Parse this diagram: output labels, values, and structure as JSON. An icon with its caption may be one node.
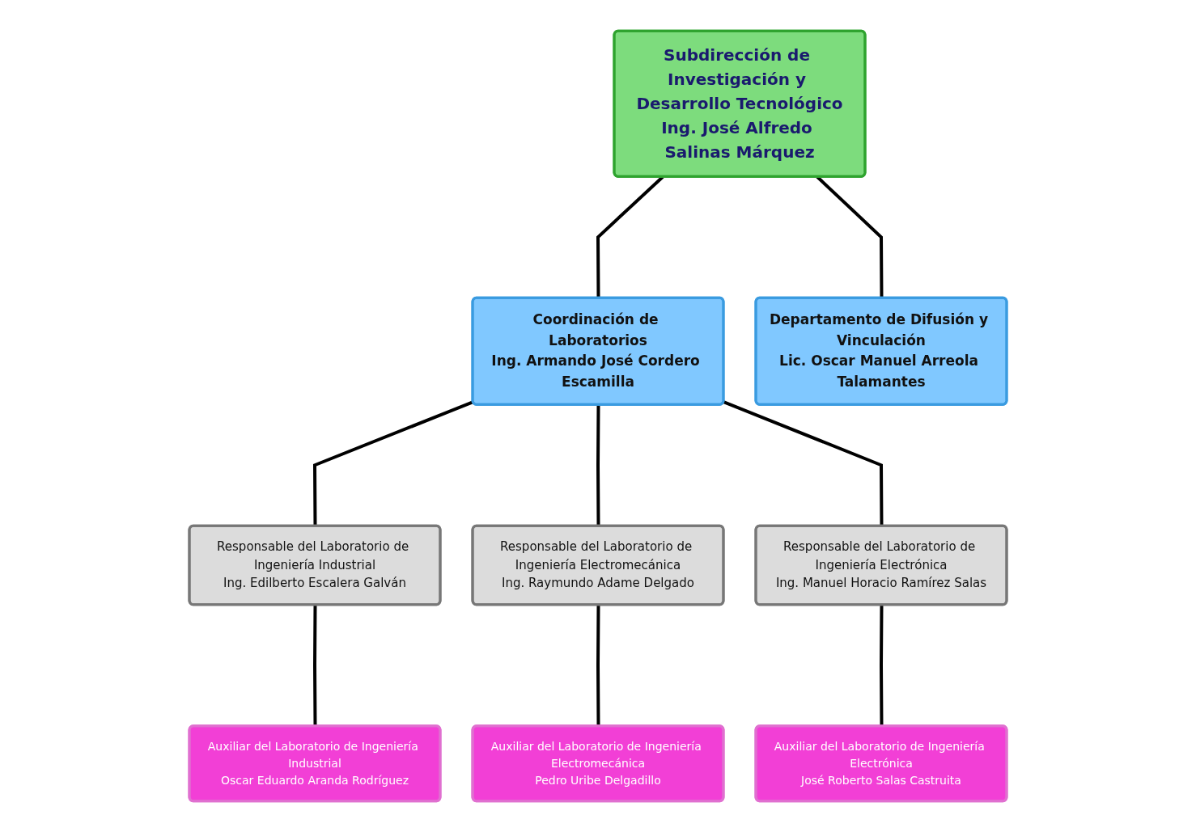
{
  "diagram": {
    "nodes": [
      {
        "text": [
          "Subdirección de Investigación y Desarrollo Tecnológico",
          "Ing. José Alfredo Salinas Márquez"
        ]
      },
      {
        "text": [
          "Coordinación de Laboratorios",
          "Ing. Armando José Cordero Escamilla"
        ]
      },
      {
        "text": [
          "Departamento de Difusión y Vinculación",
          "Lic. Oscar Manuel Arreola Talamantes"
        ]
      },
      {
        "text": [
          "Responsable del Laboratorio de Ingeniería Industrial",
          "Ing. Edilberto Escalera Galván"
        ]
      },
      {
        "text": [
          "Responsable del Laboratorio de Ingeniería Electromecánica",
          "Ing. Raymundo Adame Delgado"
        ]
      },
      {
        "text": [
          "Responsable del Laboratorio de Ingeniería Electrónica",
          "Ing. Manuel Horacio Ramírez Salas"
        ]
      },
      {
        "text": [
          "Auxiliar del Laboratorio de Ingeniería Industrial",
          "Oscar Eduardo Aranda Rodríguez"
        ]
      },
      {
        "text": [
          "Auxiliar del Laboratorio de Ingeniería Electromecánica",
          "Pedro Uribe Delgadillo"
        ]
      },
      {
        "text": [
          "Auxiliar del Laboratorio de Ingeniería Electrónica",
          "José Roberto Salas Castruita"
        ]
      }
    ],
    "edges": [
      {
        "from": 0,
        "to": 1,
        "arrow": "none"
      },
      {
        "from": 0,
        "to": 2,
        "arrow": "none"
      },
      {
        "from": 1,
        "to": 3,
        "arrow": "none"
      },
      {
        "from": 1,
        "to": 4,
        "arrow": "none"
      },
      {
        "from": 1,
        "to": 5,
        "arrow": "none"
      },
      {
        "from": 3,
        "to": 6,
        "arrow": "none"
      },
      {
        "from": 4,
        "to": 7,
        "arrow": "none"
      },
      {
        "from": 5,
        "to": 8,
        "arrow": "none"
      }
    ]
  }
}
